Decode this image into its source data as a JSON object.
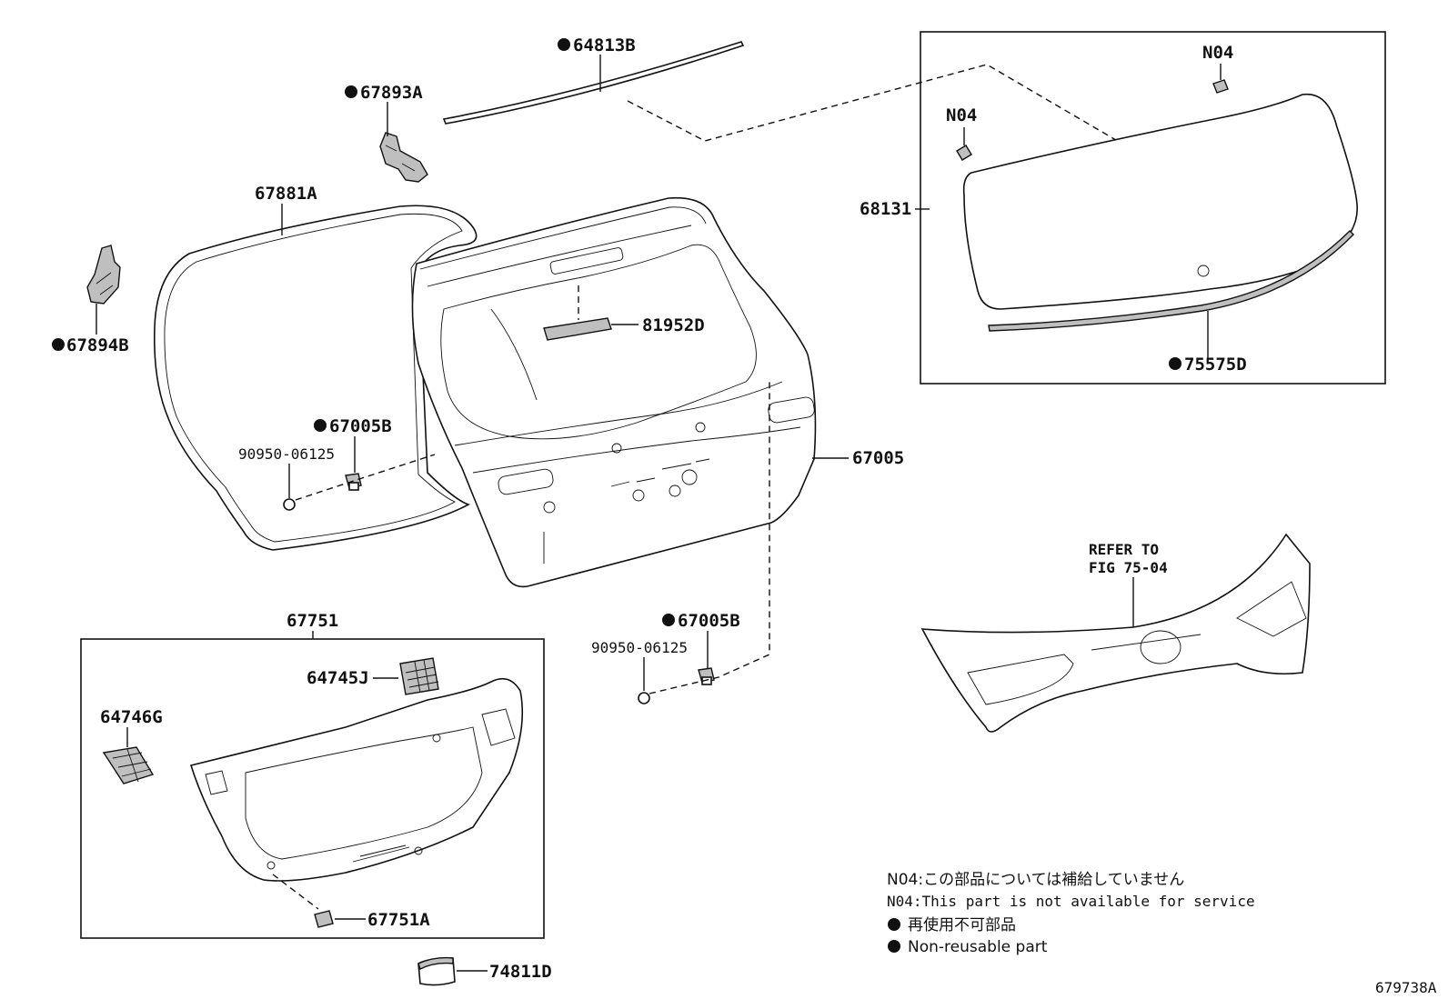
{
  "parts": {
    "p64813b": "64813B",
    "p67893a": "67893A",
    "p67881a": "67881A",
    "p67894b": "67894B",
    "p67005b_upper": "67005B",
    "p90950_upper": "90950-06125",
    "p81952d": "81952D",
    "p67005": "67005",
    "n04_top": "N04",
    "n04_left": "N04",
    "p68131": "68131",
    "p75575d": "75575D",
    "p67751": "67751",
    "p64745j": "64745J",
    "p64746g": "64746G",
    "p67751a": "67751A",
    "p74811d": "74811D",
    "p67005b_lower": "67005B",
    "p90950_lower": "90950-06125"
  },
  "refer": {
    "line1": "REFER TO",
    "line2": "FIG 75-04"
  },
  "legend": {
    "n04_jp": "N04:この部品については補給していません",
    "n04_en": "N04:This part is not available for service",
    "dot_jp": "再使用不可部品",
    "dot_en": "Non-reusable part"
  },
  "figure_code": "679738A"
}
